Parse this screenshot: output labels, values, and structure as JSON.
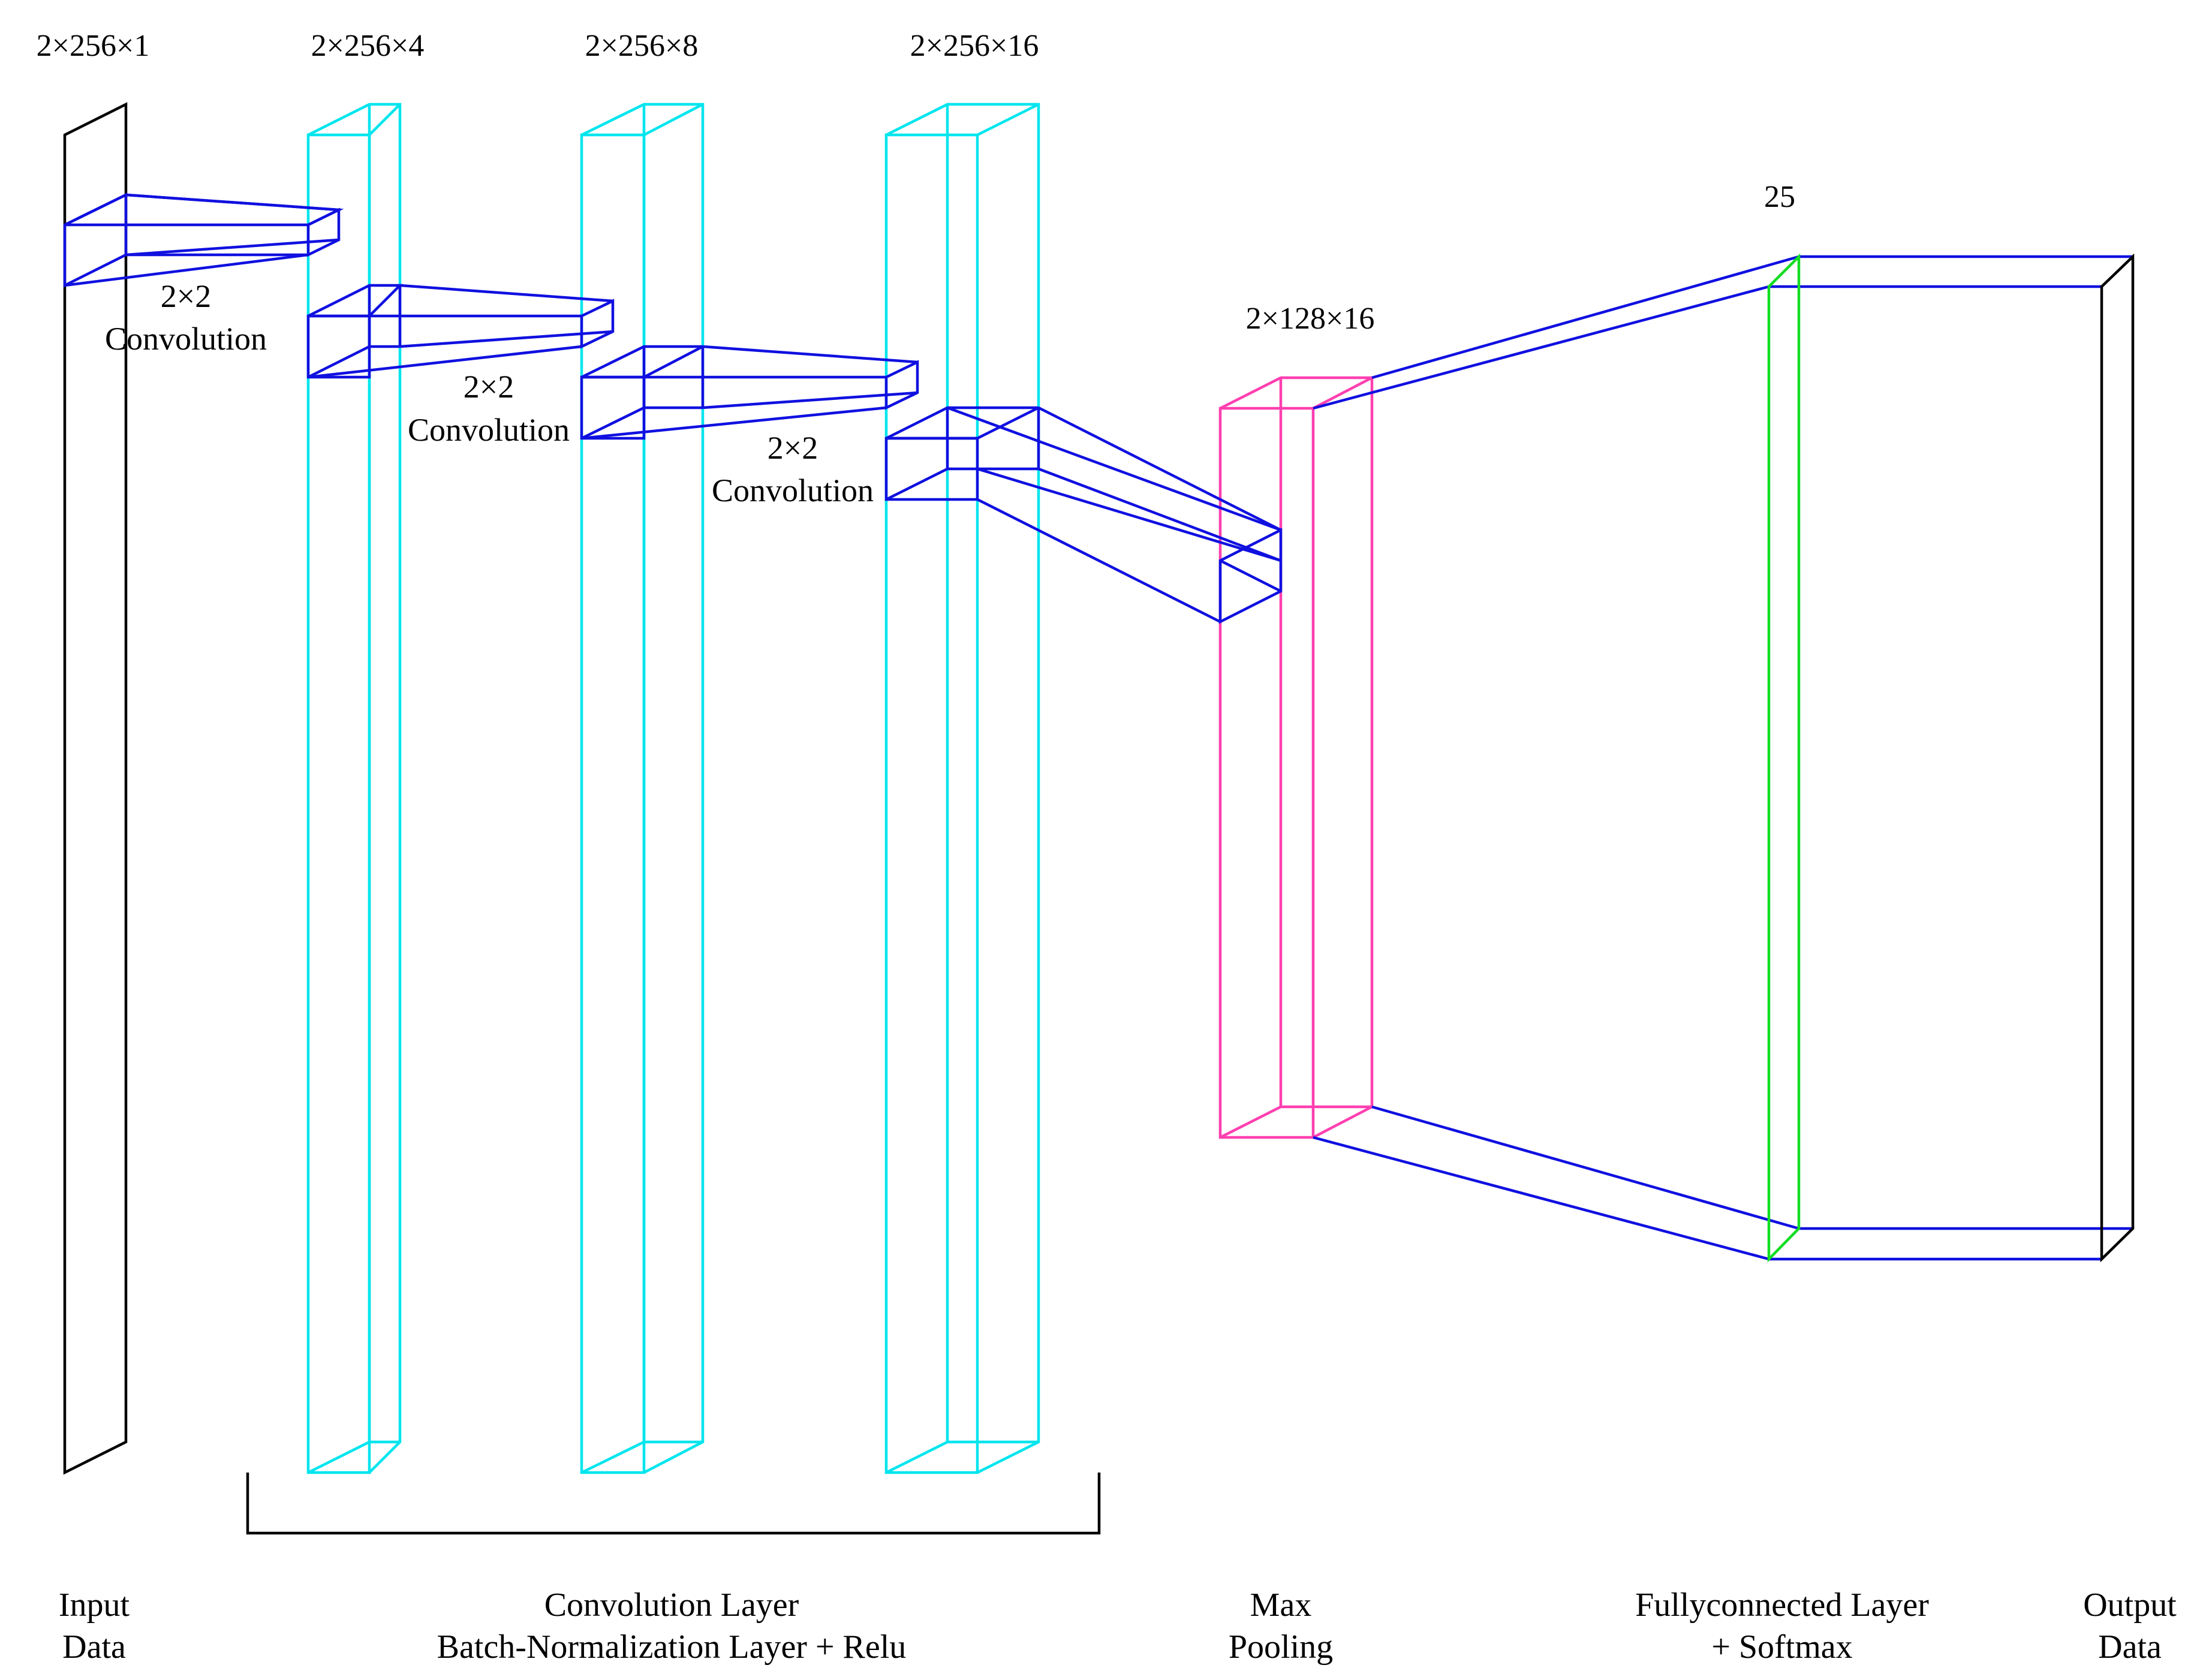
{
  "colors": {
    "black": "#000000",
    "cyan": "#00e5ee",
    "blue": "#1010e0",
    "magenta": "#ff3fb0",
    "green": "#11dd22"
  },
  "dimensions": {
    "input": "2×256×1",
    "conv1": "2×256×4",
    "conv2": "2×256×8",
    "conv3": "2×256×16",
    "pool": "2×128×16",
    "fc": "25"
  },
  "convolutions": [
    {
      "size": "2×2",
      "name": "Convolution"
    },
    {
      "size": "2×2",
      "name": "Convolution"
    },
    {
      "size": "2×2",
      "name": "Convolution"
    }
  ],
  "bottom_labels": {
    "input": [
      "Input",
      "Data"
    ],
    "conv": [
      "Convolution Layer",
      "Batch-Normalization Layer + Relu"
    ],
    "pool": [
      "Max",
      "Pooling"
    ],
    "fc": [
      "Fullyconnected Layer",
      "+ Softmax"
    ],
    "output": [
      "Output",
      "Data"
    ]
  }
}
